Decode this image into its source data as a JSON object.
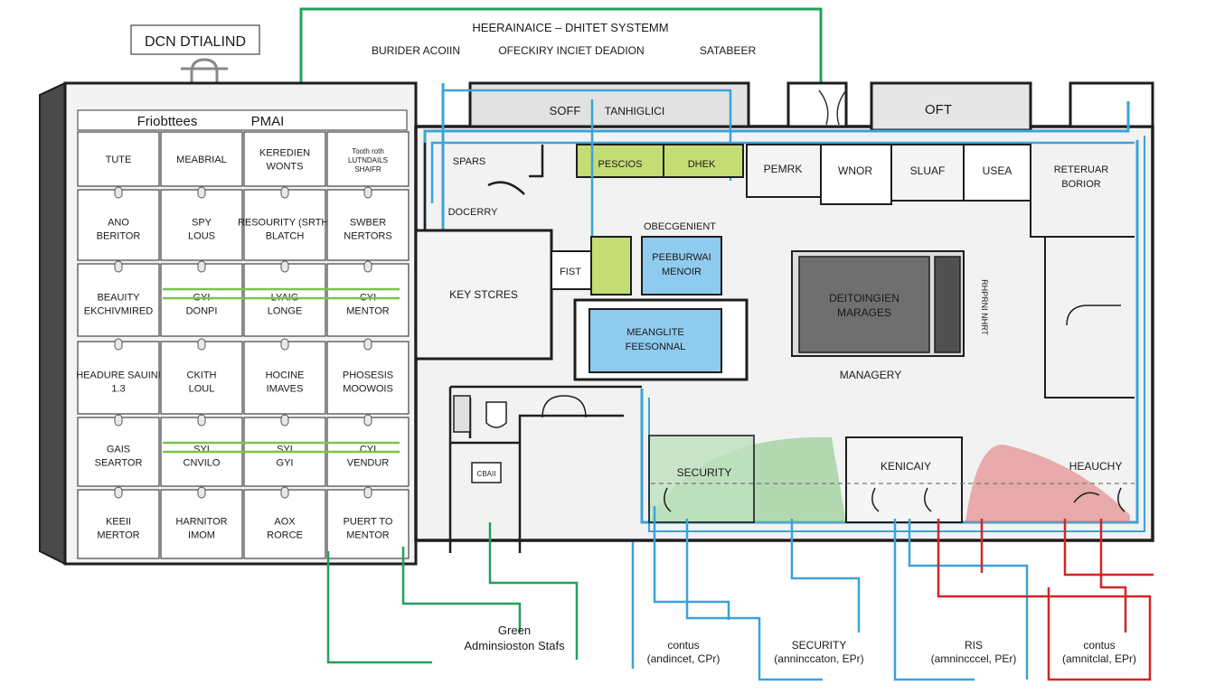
{
  "header": {
    "title": "HEERAINAICE – DHITET SYSTEMM",
    "sub_left": "BURIDER ACOIIN",
    "sub_mid": "OFECKIRY INCIET DEADION",
    "sub_right": "SATABEER"
  },
  "logo_box": {
    "label": "DCN DTIALIND"
  },
  "left_panel": {
    "header_left": "Friobttees",
    "header_right": "PMAI",
    "rows": [
      [
        "TUTE",
        "MEABRIAL",
        "KEREDIEN WONTS",
        "Tooth roth\nLUTNDAILS\nSHAIFR"
      ],
      [
        "ANO BERITOR",
        "SPY LOUS",
        "RESOURITY (SRTH) BLATCH",
        "SWBER NERTORS"
      ],
      [
        "BEAUITY EKCHIVMIRED",
        "GYI DONPI",
        "LYAIG LONGE",
        "CYI MENTOR"
      ],
      [
        "HEADURE SAUINI 1.3",
        "CKITH LOUL",
        "HOCINE IMAVES",
        "PHOSESIS MOOWOIS"
      ],
      [
        "GAIS SEARTOR",
        "SYI CNVILO",
        "SYI GYI",
        "CYI VENDUR"
      ],
      [
        "KEEII MERTOR",
        "HARNITOR IMOM",
        "AOX RORCE",
        "PUERT TO MENTOR"
      ]
    ]
  },
  "rooms": {
    "soff": "SOFF",
    "tanhiglici": "TANHIGLICI",
    "oft": "OFT",
    "spars": "SPARS",
    "docerry": "DOCERRY",
    "pescios": "PESCIOS",
    "dhek": "DHEK",
    "pemrk": "PEMRK",
    "wnor": "WNOR",
    "sluaf": "SLUAF",
    "usea": "USEA",
    "reteruar_bonor": "RETERUAR BORIOR",
    "obecgenient": "OBECGENIENT",
    "fist": "FIST",
    "peeburwai_menoir": "PEEBURWAI MENOIR",
    "key_stores": "KEY STCRES",
    "meanglite_feesonnal": "MEANGLITE FEESONNAL",
    "deiotingien_marages": "DEITOINGIEN MARAGES",
    "manageery": "MANAGERY",
    "security": "SECURITY",
    "kenicaiy": "KENICAIY",
    "heauchy": "HEAUCHY",
    "side_vertical": "RHPRNI NHRT",
    "cabinet": "CBAII"
  },
  "legend": {
    "green_l1": "Green",
    "green_l2": "Adminsioston Stafs",
    "blue1_l1": "contus",
    "blue1_l2": "(andincet, CPr)",
    "blue2_l1": "SECURITY",
    "blue2_l2": "(anninccaton, EPr)",
    "blue3_l1": "RIS",
    "blue3_l2": "(amnincccel, PEr)",
    "red_l1": "contus",
    "red_l2": "(amnitclal, EPr)"
  },
  "colors": {
    "green": "#22a05a",
    "blue": "#3aa3d8",
    "red": "#d42525",
    "room_green": "#c4dc74",
    "room_blue": "#8fcbee",
    "wall": "#1e1e1e",
    "dark_block": "#6f6f6f"
  }
}
